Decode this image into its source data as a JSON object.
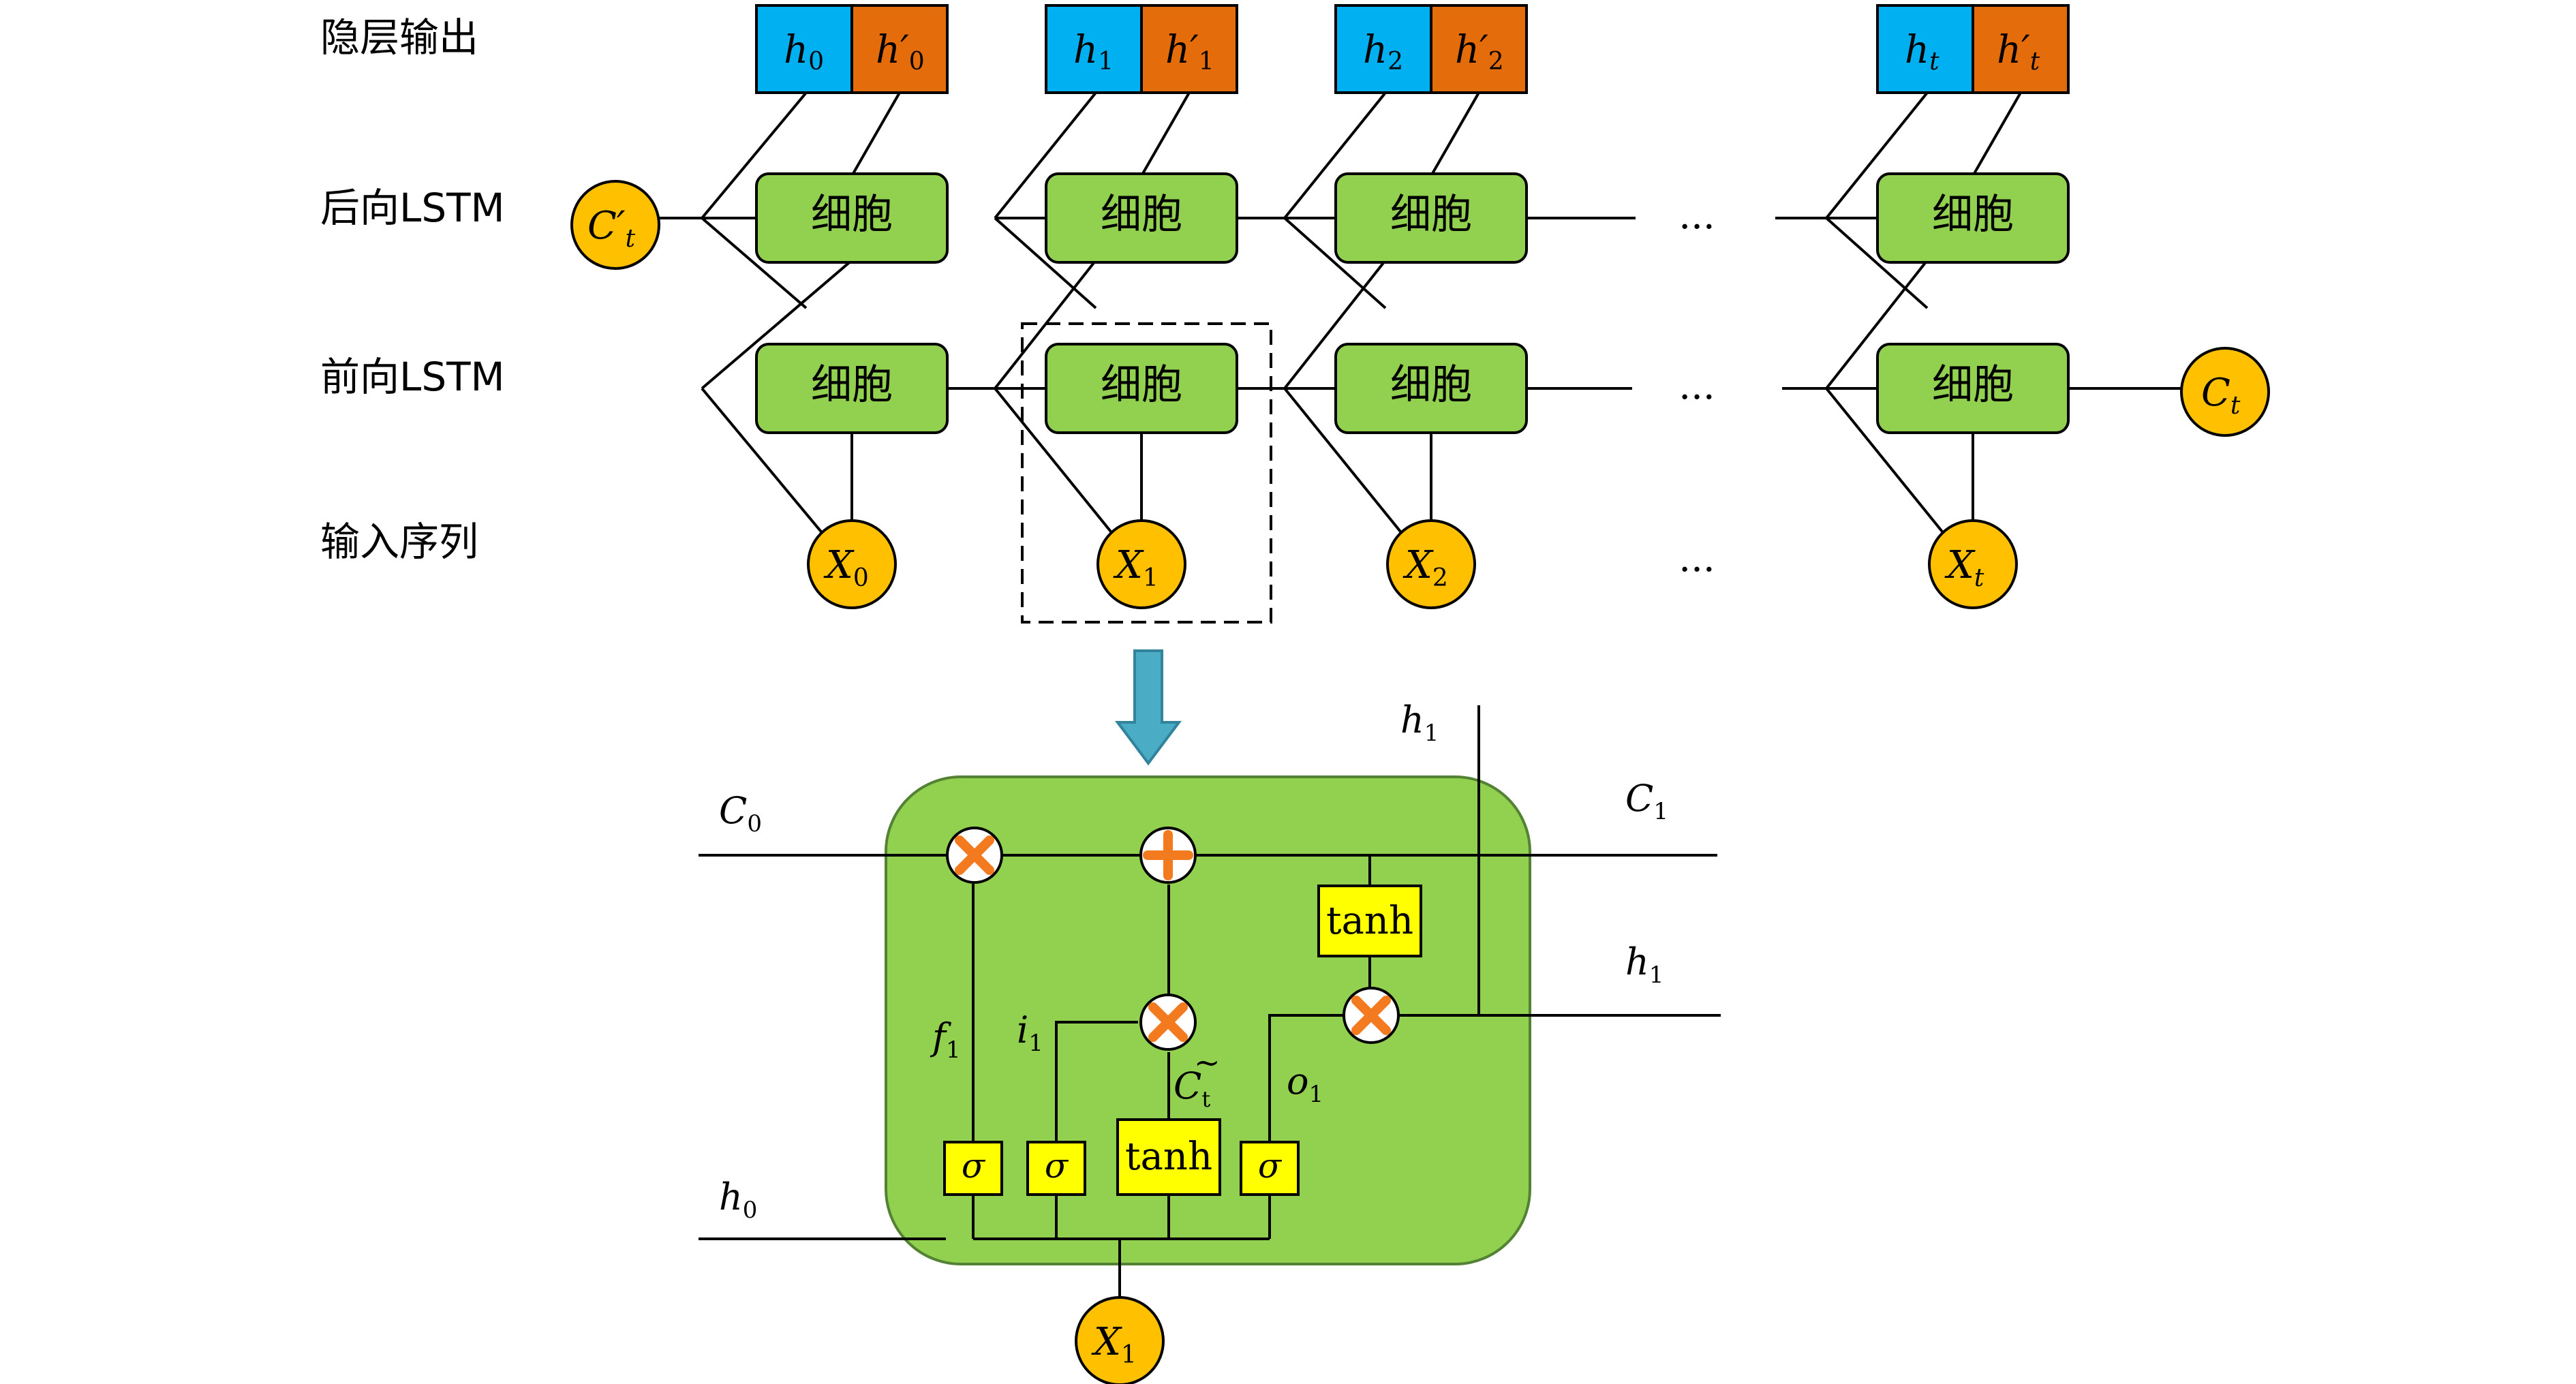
{
  "labels": {
    "hidden_output": "隐层输出",
    "backward_lstm": "后向LSTM",
    "forward_lstm": "前向LSTM",
    "input_sequence": "输入序列"
  },
  "cell_label": "细胞",
  "ellipsis": "...",
  "hidden_outputs": [
    {
      "h": "h",
      "h_sub": "0",
      "hp": "h′",
      "hp_sub": "0"
    },
    {
      "h": "h",
      "h_sub": "1",
      "hp": "h′",
      "hp_sub": "1"
    },
    {
      "h": "h",
      "h_sub": "2",
      "hp": "h′",
      "hp_sub": "2"
    },
    {
      "h": "h",
      "h_sub": "t",
      "hp": "h′",
      "hp_sub": "t"
    }
  ],
  "inputs": [
    {
      "name": "X",
      "sub": "0"
    },
    {
      "name": "X",
      "sub": "1"
    },
    {
      "name": "X",
      "sub": "2"
    },
    {
      "name": "X",
      "sub": "t"
    }
  ],
  "end_states": {
    "backward": {
      "name": "C′",
      "sub": "t"
    },
    "forward": {
      "name": "C",
      "sub": "t"
    }
  },
  "detail": {
    "c_in": {
      "name": "C",
      "sub": "0"
    },
    "c_out": {
      "name": "C",
      "sub": "1"
    },
    "h_in": {
      "name": "h",
      "sub": "0"
    },
    "h_out": {
      "name": "h",
      "sub": "1"
    },
    "h_up": {
      "name": "h",
      "sub": "1"
    },
    "x_in": {
      "name": "X",
      "sub": "1"
    },
    "f_gate": {
      "name": "f",
      "sub": "1"
    },
    "i_gate": {
      "name": "i",
      "sub": "1"
    },
    "o_gate": {
      "name": "o",
      "sub": "1"
    },
    "c_tilde": {
      "name": "C",
      "accent": "~",
      "sub": "t"
    },
    "sigma": "σ",
    "tanh": "tanh"
  },
  "colors": {
    "cell_green": "#92d050",
    "cell_border": "#548235",
    "input_orange": "#ffc000",
    "h_blue": "#00b0f0",
    "hp_orange": "#e46c0a",
    "op_orange": "#f47a1f",
    "gate_yellow": "#ffff00",
    "arrow_blue": "#4bacc6"
  }
}
